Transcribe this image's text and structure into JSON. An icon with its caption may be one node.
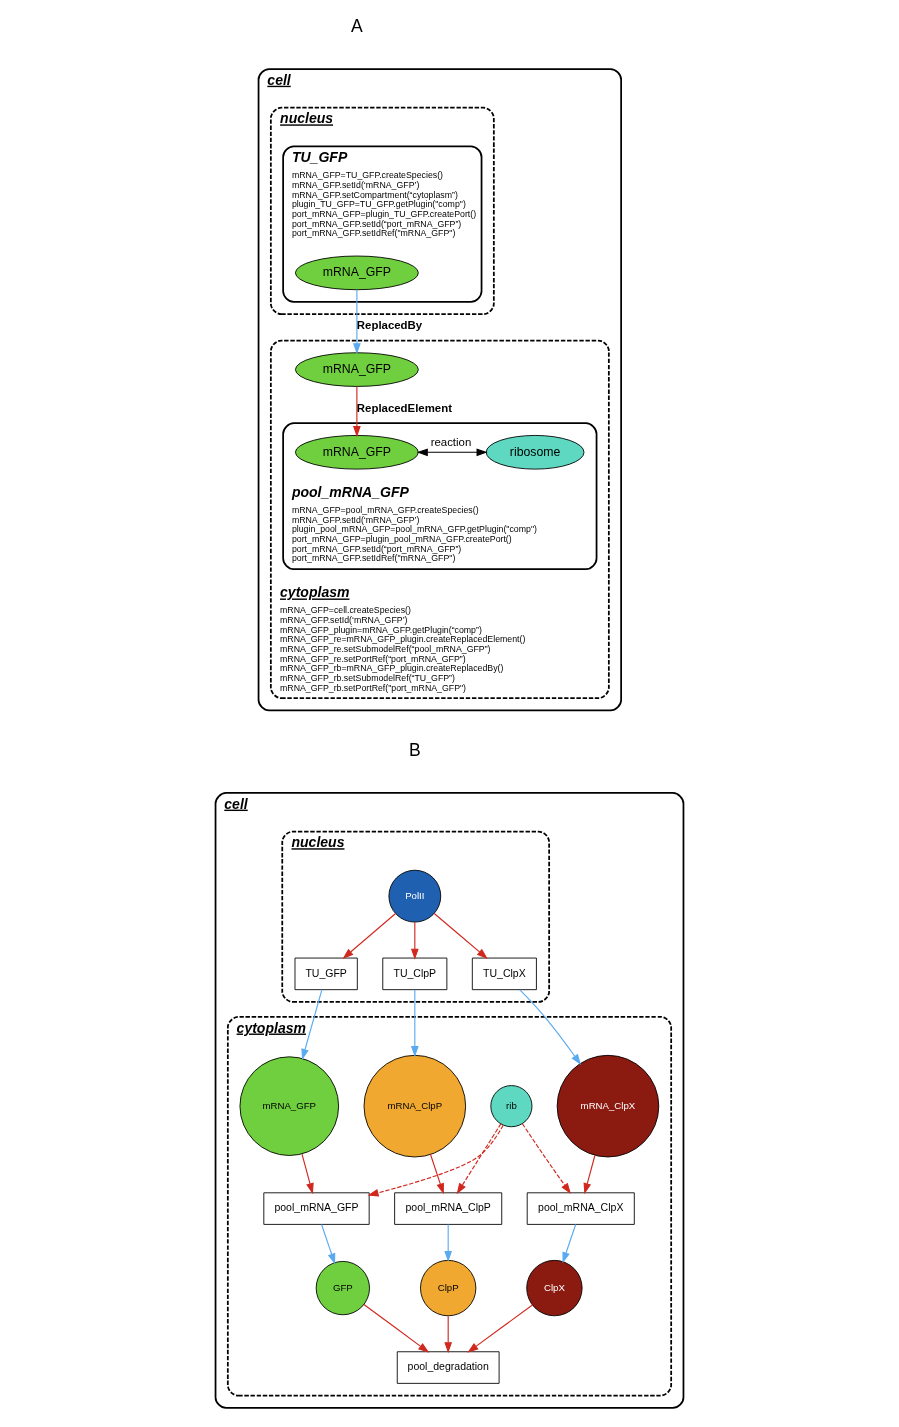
{
  "diagram": {
    "nodes": [
      {
        "text": [
          "cell"
        ]
      },
      {
        "text": [
          "cytoplasm",
          "mRNA_GFP=cell.createSpecies() mRNA_GFP.setId(‘mRNA_GFP’) mRNA_GFP_plugin=mRNA_GFP.getPlugin(“comp”) mRNA_GFP_re=mRNA_GFP_plugin.createReplacedElement() mRNA_GFP_re.setSubmodelRef(“pool_mRNA_GFP”) mRNA_GFP_re.setPortRef(“port_mRNA_GFP”) mRNA_GFP_rb=mRNA_GFP_plugin.createReplacedBy() mRNA_GFP_rb.setSubmodelRef(“TU_GFP”) mRNA_GFP_rb.setPortRef(\"port_mRNA_GFP\")"
        ],
        "in": 0
      },
      {
        "text": [
          "nucleus"
        ],
        "in": 0
      },
      {
        "text": [
          "TU_GFP",
          "mRNA_GFP=TU_GFP.createSpecies() mRNA_GFP.setId(‘mRNA_GFP’) mRNA_GFP.setCompartment(“cytoplasm”) plugin_TU_GFP=TU_GFP.getPlugin(\"comp\") port_mRNA_GFP=plugin_TU_GFP.createPort() port_mRNA_GFP.setId(“port_mRNA_GFP”) port_mRNA_GFP.setIdRef(\"mRNA_GFP\")"
        ],
        "in": 2
      },
      {
        "text": [
          "mRNA_GFP"
        ],
        "in": 3
      },
      {
        "text": [
          "mRNA_GFP"
        ],
        "in": 1
      },
      {
        "text": [
          "pool_mRNA_GFP",
          "mRNA_GFP=pool_mRNA_GFP.createSpecies() mRNA_GFP.setId(‘mRNA_GFP’) plugin_pool_mRNA_GFP=pool_mRNA_GFP.getPlugin(\"comp\") port_mRNA_GFP=plugin_pool_mRNA_GFP.createPort() port_mRNA_GFP.setId(“port_mRNA_GFP”) port_mRNA_GFP.setIdRef(\"mRNA_GFP\")"
        ],
        "in": 1
      },
      {
        "text": [
          "mRNA_GFP"
        ],
        "in": 6
      },
      {
        "text": [
          "ribosome"
        ],
        "in": 6
      },
      {
        "text": [
          "cell"
        ]
      },
      {
        "text": [
          "nucleus"
        ],
        "in": 9
      },
      {
        "text": [
          "PolII"
        ],
        "in": 10
      },
      {
        "text": [
          "TU_GFP"
        ],
        "in": 10
      },
      {
        "text": [
          "TU_ClpP"
        ],
        "in": 10
      },
      {
        "text": [
          "TU_ClpX"
        ],
        "in": 10
      },
      {
        "text": [
          "cytoplasm"
        ],
        "in": 9
      },
      {
        "text": [
          "rib"
        ],
        "in": 15
      },
      {
        "text": [
          "mRNA_ClpX"
        ],
        "in": 15
      },
      {
        "text": [
          "mRNA_ClpP"
        ],
        "in": 15
      },
      {
        "text": [
          "mRNA_GFP"
        ],
        "in": 15
      },
      {
        "text": [
          "pool_mRNA_ClpP"
        ],
        "in": 15
      },
      {
        "text": [
          "pool_mRNA_ClpX"
        ],
        "in": 15
      },
      {
        "text": [
          "ClpP"
        ],
        "in": 15
      },
      {
        "text": [
          "pool_mRNA_GFP"
        ],
        "in": 15
      },
      {
        "text": [
          "ClpX"
        ],
        "in": 15
      },
      {
        "text": [
          "pool_degradation"
        ],
        "in": 15
      },
      {
        "text": [
          "GFP"
        ],
        "in": 15
      }
    ],
    "edges": [
      {
        "from": 4,
        "to": 5,
        "arrow": "to",
        "label": "ReplacedBy",
        "color": "#5aaaf0"
      },
      {
        "from": 5,
        "to": 7,
        "arrow": "to",
        "label": "ReplacedElement",
        "color": "#d0281e"
      },
      {
        "from": 7,
        "to": 8,
        "arrow": "both",
        "label": "reaction",
        "color": "#000000"
      },
      {
        "from": 11,
        "to": 12,
        "arrow": "to",
        "color": "#d0281e"
      },
      {
        "from": 11,
        "to": 13,
        "arrow": "to",
        "color": "#d0281e"
      },
      {
        "from": 11,
        "to": 14,
        "arrow": "to",
        "color": "#d0281e"
      },
      {
        "from": 14,
        "to": 17,
        "arrow": "to",
        "color": "#5aaaf0"
      },
      {
        "from": 13,
        "to": 18,
        "arrow": "to",
        "color": "#5aaaf0"
      },
      {
        "from": 12,
        "to": 19,
        "arrow": "to",
        "color": "#5aaaf0"
      },
      {
        "from": 16,
        "to": 21,
        "arrow": "to",
        "style": "dashed",
        "color": "#d0281e"
      },
      {
        "from": 16,
        "to": 20,
        "arrow": "to",
        "style": "dashed",
        "color": "#d0281e"
      },
      {
        "from": 16,
        "to": 23,
        "arrow": "to",
        "style": "dashed",
        "color": "#d0281e"
      },
      {
        "from": 17,
        "to": 21,
        "arrow": "to",
        "color": "#d0281e"
      },
      {
        "from": 18,
        "to": 20,
        "arrow": "to",
        "color": "#d0281e"
      },
      {
        "from": 19,
        "to": 23,
        "arrow": "to",
        "color": "#d0281e"
      },
      {
        "from": 20,
        "to": 22,
        "arrow": "to",
        "color": "#5aaaf0"
      },
      {
        "from": 21,
        "to": 24,
        "arrow": "to",
        "color": "#5aaaf0"
      },
      {
        "from": 23,
        "to": 26,
        "arrow": "to",
        "color": "#5aaaf0"
      },
      {
        "from": 22,
        "to": 25,
        "arrow": "to",
        "color": "#d0281e"
      },
      {
        "from": 24,
        "to": 25,
        "arrow": "to",
        "color": "#d0281e"
      },
      {
        "from": 26,
        "to": 25,
        "arrow": "to",
        "color": "#d0281e"
      }
    ],
    "labels": [
      "A",
      "B"
    ]
  }
}
